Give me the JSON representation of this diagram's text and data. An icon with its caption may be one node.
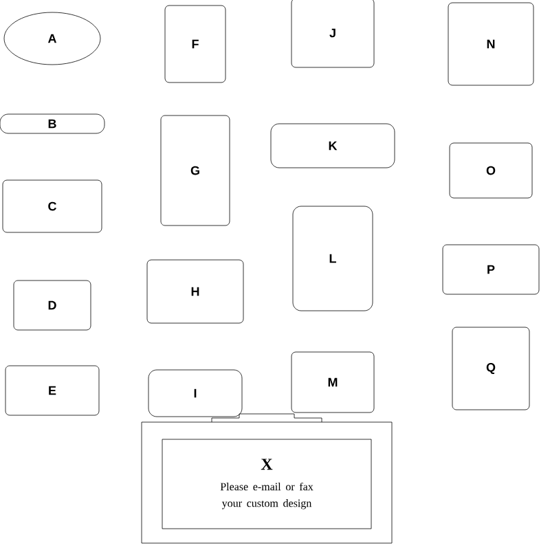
{
  "diagram": {
    "nodes": [
      {
        "text": [
          "A"
        ]
      },
      {
        "text": [
          "B"
        ]
      },
      {
        "text": [
          "C"
        ]
      },
      {
        "text": [
          "D"
        ]
      },
      {
        "text": [
          "E"
        ]
      },
      {
        "text": [
          "F"
        ]
      },
      {
        "text": [
          "G"
        ]
      },
      {
        "text": [
          "H"
        ]
      },
      {
        "text": [
          "I"
        ]
      },
      {
        "text": [
          "J"
        ]
      },
      {
        "text": [
          "K"
        ]
      },
      {
        "text": [
          "L"
        ]
      },
      {
        "text": [
          "M"
        ]
      },
      {
        "text": [
          "N"
        ]
      },
      {
        "text": [
          "O"
        ]
      },
      {
        "text": [
          "P"
        ]
      },
      {
        "text": [
          "Q"
        ]
      },
      {
        "text": [],
        "shape": "box"
      },
      {
        "text": [
          "X",
          "Please e-mail or fax your custom design"
        ],
        "in": 17
      }
    ]
  }
}
